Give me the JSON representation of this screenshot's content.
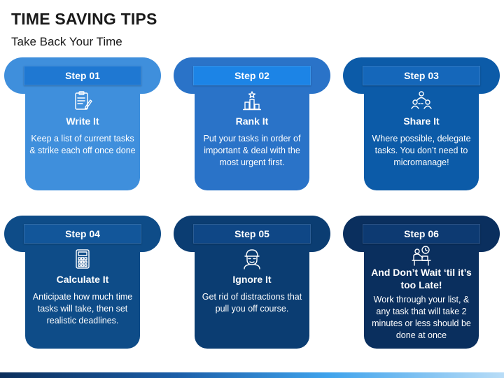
{
  "title": "TIME SAVING TIPS",
  "subtitle": "Take Back Your Time",
  "steps": [
    {
      "label": "Step 01",
      "heading": "Write It",
      "text": "Keep a list of current tasks & strike each off once done",
      "icon": "clipboard-list-icon",
      "color": "#3f8fdc",
      "bar_color": "#1f78d2"
    },
    {
      "label": "Step 02",
      "heading": "Rank It",
      "text": "Put your tasks in order of important & deal with the most urgent first.",
      "icon": "ranking-bars-icon",
      "color": "#2a73c8",
      "bar_color": "#1c84e6"
    },
    {
      "label": "Step 03",
      "heading": "Share It",
      "text": "Where possible, delegate tasks. You don’t need to micromanage!",
      "icon": "team-share-icon",
      "color": "#0c5ba8",
      "bar_color": "#1567ba"
    },
    {
      "label": "Step 04",
      "heading": "Calculate It",
      "text": "Anticipate how much time tasks will take, then set realistic deadlines.",
      "icon": "calculator-icon",
      "color": "#0e4c88",
      "bar_color": "#12569a"
    },
    {
      "label": "Step 05",
      "heading": "Ignore It",
      "text": "Get rid of distractions that pull you off course.",
      "icon": "ignore-face-icon",
      "color": "#0b3d72",
      "bar_color": "#0f4786"
    },
    {
      "label": "Step 06",
      "heading": "And Don’t Wait ‘til it’s too Late!",
      "text": "Work through your list, & any task that will take 2 minutes or less should be done at once",
      "icon": "deadline-clock-icon",
      "color": "#0a2f5e",
      "bar_color": "#0d3a72"
    }
  ]
}
